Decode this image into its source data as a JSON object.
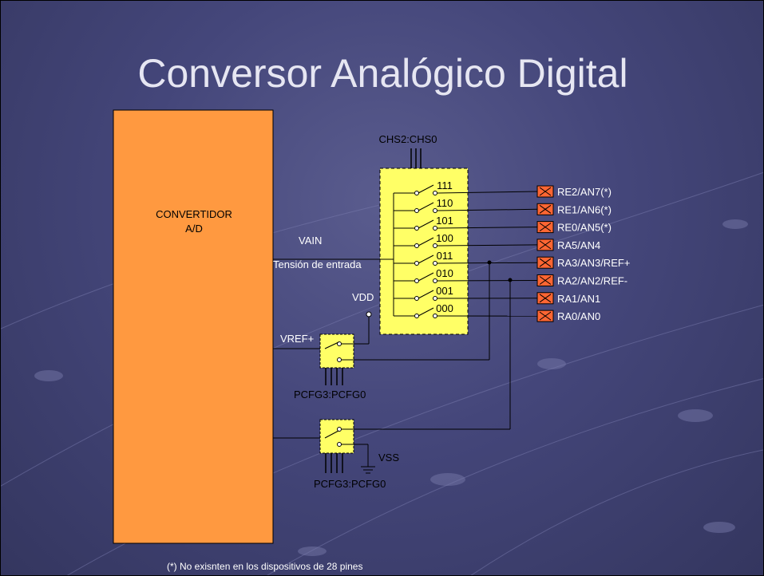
{
  "title": "Conversor Analógico Digital",
  "colors": {
    "converter_fill": "#ff9940",
    "mux_fill": "#ffff66",
    "pin_fill": "#ff6633",
    "background": "#44467a"
  },
  "converter": {
    "line1": "CONVERTIDOR",
    "line2": "A/D"
  },
  "mux": {
    "select_label": "CHS2:CHS0",
    "codes": [
      "111",
      "110",
      "101",
      "100",
      "011",
      "010",
      "001",
      "000"
    ]
  },
  "pins": [
    "RE2/AN7(*)",
    "RE1/AN6(*)",
    "RE0/AN5(*)",
    "RA5/AN4",
    "RA3/AN3/REF+",
    "RA2/AN2/REF-",
    "RA1/AN1",
    "RA0/AN0"
  ],
  "signals": {
    "vain": "VAIN",
    "vain_desc": "Tensión de entrada",
    "vdd": "VDD",
    "vref_plus": "VREF+",
    "vss": "VSS",
    "pcfg_upper": "PCFG3:PCFG0",
    "pcfg_lower": "PCFG3:PCFG0"
  },
  "footnote": "(*) No exisnten en los dispositivos de 28 pines"
}
